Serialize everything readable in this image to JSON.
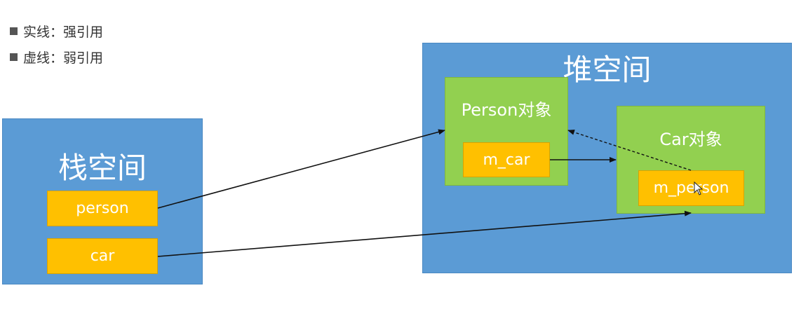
{
  "legend": {
    "solid": "实线：强引用",
    "dashed": "虚线：弱引用"
  },
  "stack": {
    "title": "栈空间",
    "person": "person",
    "car": "car"
  },
  "heap": {
    "title": "堆空间",
    "person_object": {
      "title": "Person对象",
      "field": "m_car"
    },
    "car_object": {
      "title": "Car对象",
      "field": "m_person"
    }
  },
  "colors": {
    "region": "#5b9bd5",
    "object": "#92d050",
    "reference": "#ffc000",
    "arrow": "#111111"
  }
}
